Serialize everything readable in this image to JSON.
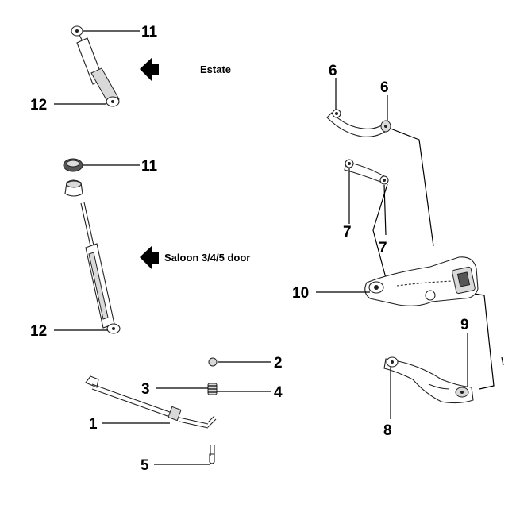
{
  "captions": {
    "estate": "Estate",
    "saloon": "Saloon 3/4/5 door"
  },
  "callouts": {
    "c1": "1",
    "c2": "2",
    "c3": "3",
    "c4": "4",
    "c5": "5",
    "c6a": "6",
    "c6b": "6",
    "c7a": "7",
    "c7b": "7",
    "c8": "8",
    "c9": "9",
    "c10": "10",
    "c11a": "11",
    "c11b": "11",
    "c12a": "12",
    "c12b": "12"
  }
}
